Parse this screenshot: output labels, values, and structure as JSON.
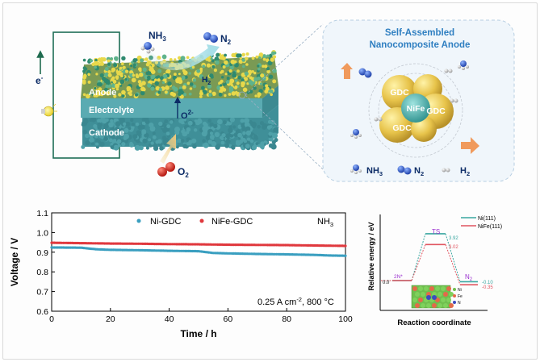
{
  "schematic": {
    "electron_label": "e",
    "electron_sup": "-",
    "nh3_main": "NH",
    "nh3_sub": "3",
    "n2_main": "N",
    "n2_sub": "2",
    "h2_main": "H",
    "h2_sub": "2",
    "anode": "Anode",
    "electrolyte": "Electrolyte",
    "cathode": "Cathode",
    "o2ion_main": "O",
    "o2ion_sup": "2-",
    "o2_main": "O",
    "o2_sub": "2"
  },
  "inset": {
    "title_line1": "Self-Assembled",
    "title_line2": "Nanocomposite Anode",
    "gdc": "GDC",
    "nife": "NiFe",
    "legend": [
      {
        "main": "NH",
        "sub": "3"
      },
      {
        "main": "N",
        "sub": "2"
      },
      {
        "main": "H",
        "sub": "2"
      }
    ]
  },
  "colors": {
    "inset_title": "#2f7fc1",
    "ni_gdc": "#3a9fc0",
    "nife_gdc": "#e0393e",
    "ni111": "#3aa6a0",
    "nife111": "#e05560",
    "ts_label": "#9b30d0"
  },
  "chart_data": [
    {
      "type": "line",
      "title": "",
      "xlabel": "Time / h",
      "ylabel": "Voltage / V",
      "xlim": [
        0,
        100
      ],
      "ylim": [
        0.6,
        1.1
      ],
      "x_ticks": [
        0,
        20,
        40,
        60,
        80,
        100
      ],
      "y_ticks": [
        0.6,
        0.7,
        0.8,
        0.9,
        1.0,
        1.1
      ],
      "series": [
        {
          "name": "Ni-GDC",
          "x": [
            0,
            10,
            15,
            20,
            30,
            40,
            50,
            55,
            60,
            70,
            80,
            90,
            95,
            100
          ],
          "y": [
            0.924,
            0.923,
            0.915,
            0.912,
            0.91,
            0.907,
            0.905,
            0.896,
            0.894,
            0.891,
            0.889,
            0.886,
            0.883,
            0.882
          ]
        },
        {
          "name": "NiFe-GDC",
          "x": [
            0,
            10,
            20,
            30,
            40,
            50,
            60,
            70,
            80,
            90,
            100
          ],
          "y": [
            0.948,
            0.946,
            0.944,
            0.943,
            0.941,
            0.94,
            0.938,
            0.937,
            0.936,
            0.934,
            0.932
          ]
        }
      ],
      "legend_position": "top",
      "annotations": [
        "NH3",
        "0.25 A cm-2, 800 °C"
      ],
      "annotation_nh3_main": "NH",
      "annotation_nh3_sub": "3",
      "annotation_cond_a": "0.25 A cm",
      "annotation_cond_sup": "-2",
      "annotation_cond_b": ", 800 °C"
    },
    {
      "type": "line",
      "title": "",
      "xlabel": "Reaction coordinate",
      "ylabel": "Relative energy / eV",
      "series": [
        {
          "name": "Ni(111)",
          "points": [
            "2N*",
            "TS",
            "N2"
          ],
          "values": [
            0.0,
            3.92,
            -0.1
          ]
        },
        {
          "name": "NiFe(111)",
          "points": [
            "2N*",
            "TS",
            "N2"
          ],
          "values": [
            0.0,
            3.02,
            -0.35
          ]
        }
      ],
      "labels": {
        "start": "2N*",
        "ts": "TS",
        "end_main": "N",
        "end_sub": "2",
        "zero": "0.0",
        "ni_ts": "3.92",
        "nife_ts": "3.02",
        "ni_end": "-0.10",
        "nife_end": "-0.35"
      },
      "inset_legend": [
        "Ni",
        "Fe",
        "N"
      ],
      "legend_position": "top-right"
    }
  ]
}
